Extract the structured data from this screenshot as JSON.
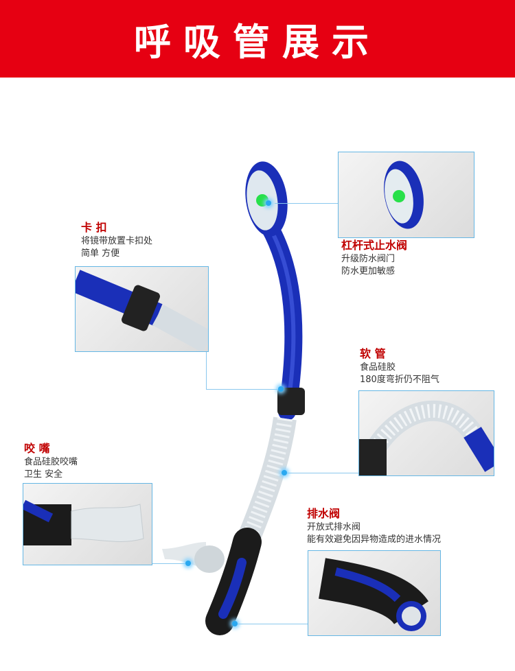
{
  "header": {
    "title": "呼吸管展示"
  },
  "callouts": {
    "clip": {
      "title": "卡 扣",
      "line1": "将镜带放置卡扣处",
      "line2": "简单 方便"
    },
    "valve": {
      "title": "杠杆式止水阀",
      "line1": "升级防水阀门",
      "line2": "防水更加敏感"
    },
    "tube": {
      "title": "软 管",
      "line1": "食品硅胶",
      "line2": "180度弯折仍不阻气"
    },
    "mouth": {
      "title": "咬 嘴",
      "line1": "食品硅胶咬嘴",
      "line2": "卫生 安全"
    },
    "drain": {
      "title": "排水阀",
      "line1": "开放式排水阀",
      "line2": "能有效避免因异物造成的进水情况"
    }
  },
  "colors": {
    "banner": "#e60012",
    "title_red": "#c00000",
    "accent_blue": "#1a2fb8",
    "line_blue": "#8ac8ee"
  }
}
